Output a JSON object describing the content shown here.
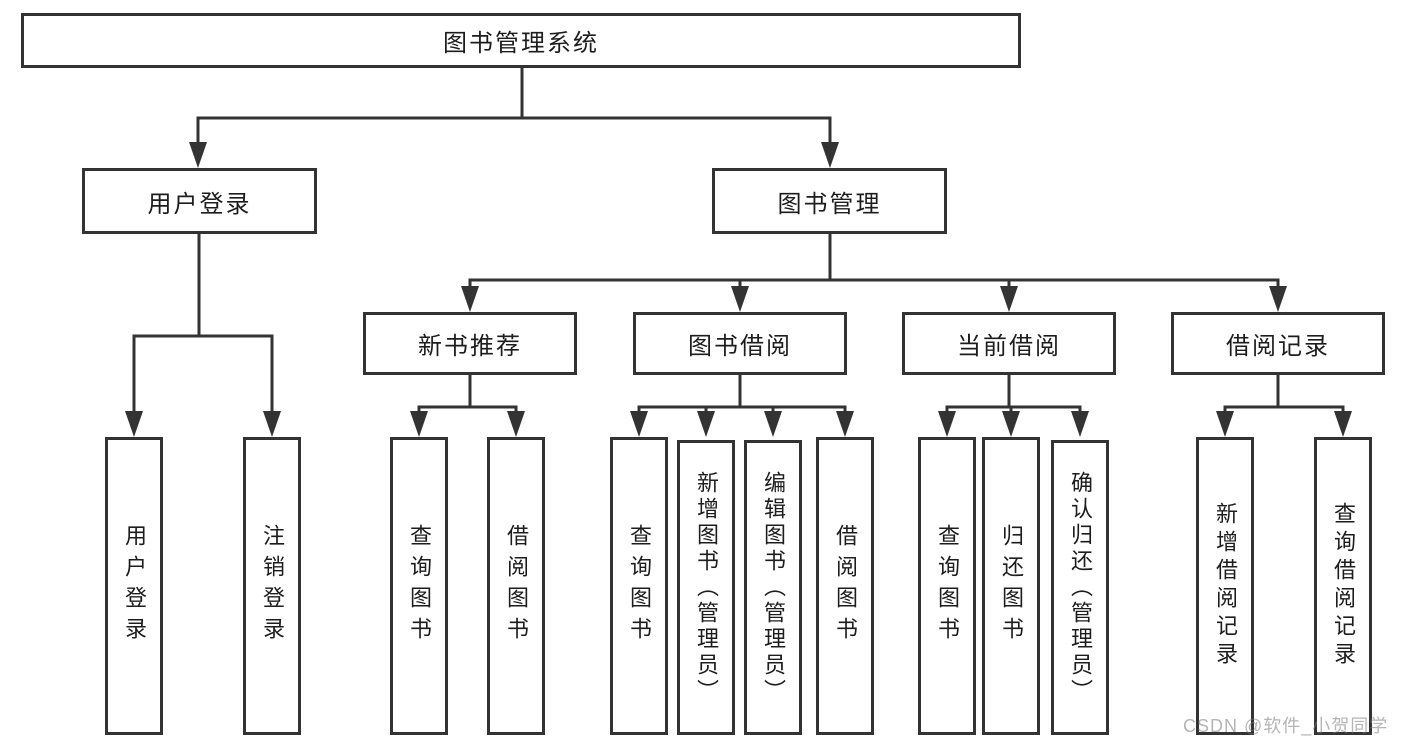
{
  "diagram": {
    "root": {
      "label": "图书管理系统"
    },
    "level1": [
      {
        "key": "user-login",
        "label": "用户登录"
      },
      {
        "key": "book-management",
        "label": "图书管理"
      }
    ],
    "level2": [
      {
        "key": "new-book-recommendation",
        "label": "新书推荐"
      },
      {
        "key": "book-borrowing",
        "label": "图书借阅"
      },
      {
        "key": "current-borrowing",
        "label": "当前借阅"
      },
      {
        "key": "borrowing-records",
        "label": "借阅记录"
      }
    ],
    "leaves": [
      {
        "key": "user-login",
        "label": "用户登录"
      },
      {
        "key": "logout",
        "label": "注销登录"
      },
      {
        "key": "query-books-recommend",
        "label": "查询图书"
      },
      {
        "key": "borrow-books-recommend",
        "label": "借阅图书"
      },
      {
        "key": "query-books-borrowing",
        "label": "查询图书"
      },
      {
        "key": "add-books-admin",
        "label": "新增图书（管理员）"
      },
      {
        "key": "edit-books-admin",
        "label": "编辑图书（管理员）"
      },
      {
        "key": "borrow-books-borrowing",
        "label": "借阅图书"
      },
      {
        "key": "query-books-current",
        "label": "查询图书"
      },
      {
        "key": "return-books",
        "label": "归还图书"
      },
      {
        "key": "confirm-return-admin",
        "label": "确认归还（管理员）"
      },
      {
        "key": "add-borrow-record",
        "label": "新增借阅记录"
      },
      {
        "key": "query-borrow-record",
        "label": "查询借阅记录"
      }
    ],
    "watermark": "CSDN @软件_小贺同学",
    "colors": {
      "line": "#333333",
      "text": "#1d1d1d",
      "background": "#ffffff",
      "watermark": "#787878"
    }
  }
}
